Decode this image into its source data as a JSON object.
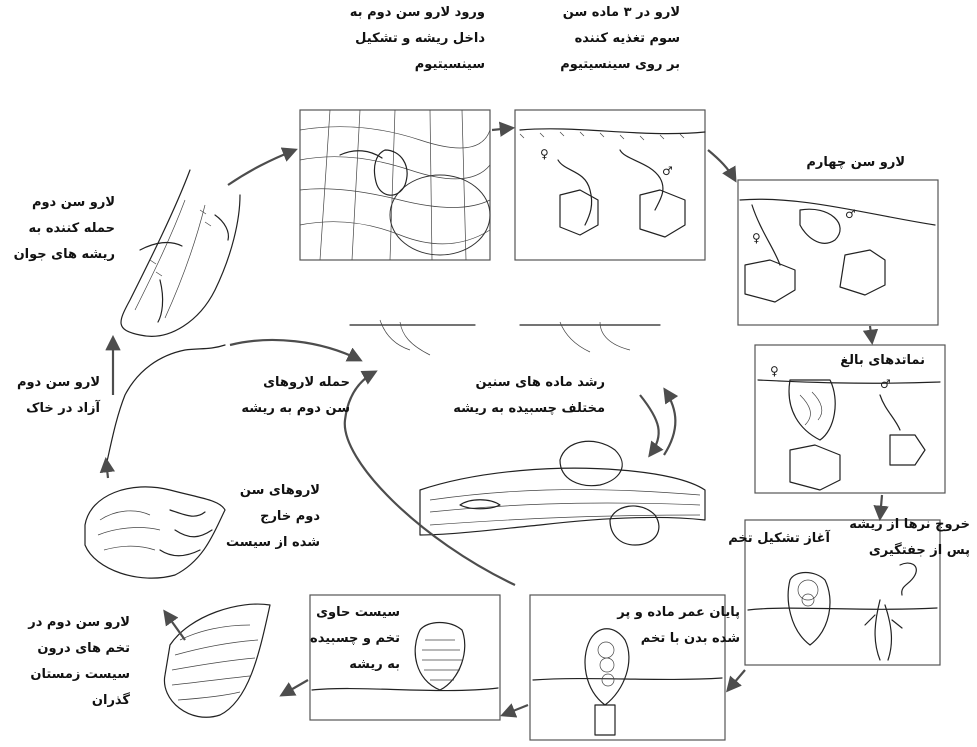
{
  "colors": {
    "ink": "#222222",
    "arrow": "#4d4d4d",
    "frame": "#555555",
    "background": "#ffffff"
  },
  "symbols": {
    "female": "♀",
    "male": "♂"
  },
  "labels": {
    "entry_root": [
      "ورود لارو سن دوم به",
      "داخل ریشه و تشکیل",
      "سینسیتیوم"
    ],
    "third_stage": [
      "لارو در ۳ ماده سن",
      "سوم تغذیه کننده",
      "بر روی سینسیتیوم"
    ],
    "fourth_stage": [
      "لارو سن چهارم"
    ],
    "adults": [
      "نماتدهای بالغ"
    ],
    "males_exit": [
      "خروج نرها از ریشه",
      "پس از جفتگیری"
    ],
    "egg_start": [
      "آغاز تشکیل تخم"
    ],
    "female_end": [
      "پایان عمر ماده و پر",
      "شده بدن با تخم"
    ],
    "cyst_attached": [
      "سیست حاوی",
      "تخم و چسبیده",
      "به ریشه"
    ],
    "overwinter": [
      "لارو سن دوم در",
      "تخم های درون",
      "سیست زمستان",
      "گذران"
    ],
    "hatched": [
      "لاروهای سن",
      "دوم خارج",
      "شده از سیست"
    ],
    "free_soil": [
      "لارو سن دوم",
      "آزاد در خاک"
    ],
    "attack_young": [
      "لارو سن دوم",
      "حمله کننده به",
      "ریشه های جوان"
    ],
    "attack_root": [
      "حمله لاروهای",
      "سن دوم به ریشه"
    ],
    "mature_female": [
      "رشد ماده های سنین",
      "مختلف چسبیده به ریشه"
    ]
  }
}
